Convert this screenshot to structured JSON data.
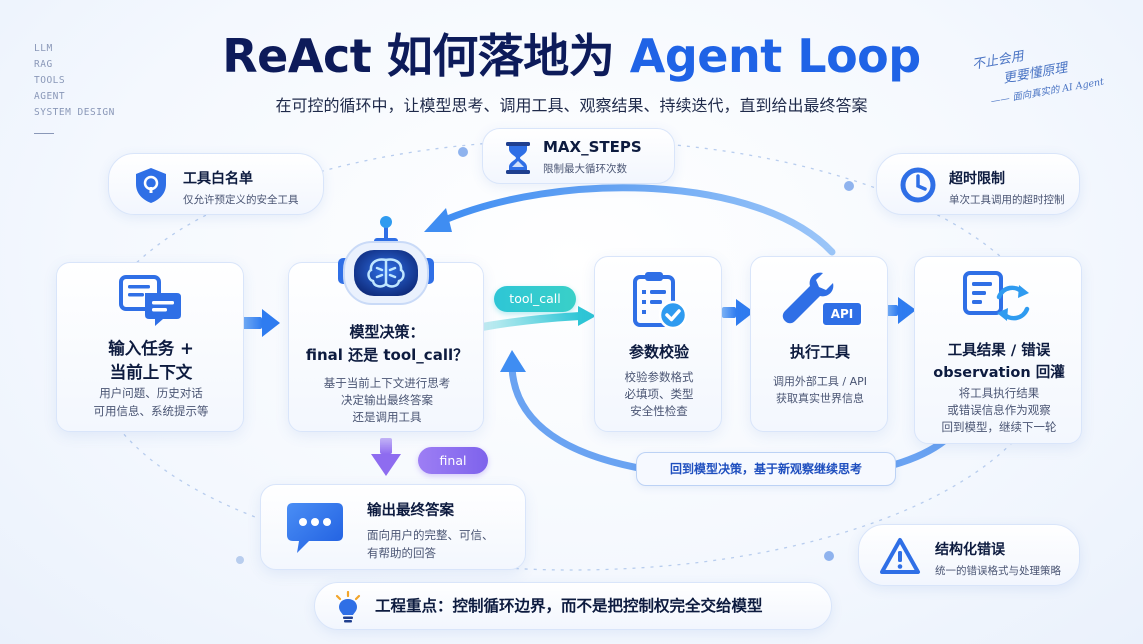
{
  "header": {
    "title_part1": "ReAct 如何落地为 ",
    "title_part2": "Agent Loop",
    "subtitle": "在可控的循环中，让模型思考、调用工具、观察结果、持续迭代，直到给出最终答案"
  },
  "side_labels": [
    "LLM",
    "RAG",
    "TOOLS",
    "AGENT",
    "SYSTEM DESIGN"
  ],
  "handwriting": {
    "line1": "不止会用",
    "line2": "更要懂原理",
    "line3": "—— 面向真实的 AI Agent"
  },
  "guards": {
    "whitelist": {
      "title": "工具白名单",
      "desc": "仅允许预定义的安全工具",
      "icon": "shield-icon"
    },
    "max_steps": {
      "title": "MAX_STEPS",
      "desc": "限制最大循环次数",
      "icon": "hourglass-icon"
    },
    "timeout": {
      "title": "超时限制",
      "desc": "单次工具调用的超时控制",
      "icon": "clock-icon"
    },
    "structured_error": {
      "title": "结构化错误",
      "desc": "统一的错误格式与处理策略",
      "icon": "warning-icon"
    }
  },
  "steps": {
    "input": {
      "title1": "输入任务 +",
      "title2": "当前上下文",
      "desc1": "用户问题、历史对话",
      "desc2": "可用信息、系统提示等",
      "icon": "chat-icon"
    },
    "decision": {
      "title1": "模型决策：",
      "title2": "final 还是 tool_call？",
      "desc1": "基于当前上下文进行思考",
      "desc2": "决定输出最终答案",
      "desc3": "还是调用工具",
      "icon": "robot-brain-icon"
    },
    "validate": {
      "title": "参数校验",
      "desc1": "校验参数格式",
      "desc2": "必填项、类型",
      "desc3": "安全性检查",
      "icon": "clipboard-check-icon"
    },
    "execute": {
      "title": "执行工具",
      "desc1": "调用外部工具 / API",
      "desc2": "获取真实世界信息",
      "api_badge": "API",
      "icon": "wrench-icon"
    },
    "observe": {
      "title1": "工具结果 / 错误",
      "title2": "observation 回灌",
      "desc1": "将工具执行结果",
      "desc2": "或错误信息作为观察",
      "desc3": "回到模型，继续下一轮",
      "icon": "refresh-doc-icon"
    },
    "final_answer": {
      "title": "输出最终答案",
      "desc1": "面向用户的完整、可信、",
      "desc2": "有帮助的回答",
      "icon": "message-bubble-icon"
    }
  },
  "labels": {
    "tool_call": "tool_call",
    "final": "final",
    "loop_back": "回到模型决策，基于新观察继续思考"
  },
  "footer": {
    "text": "工程重点：控制循环边界，而不是把控制权完全交给模型",
    "icon": "lightbulb-icon"
  },
  "colors": {
    "primary": "#1f63e6",
    "accent_cyan": "#2ec6d6",
    "purple": "#8e6cf0",
    "text_dark": "#0d1b3f"
  }
}
